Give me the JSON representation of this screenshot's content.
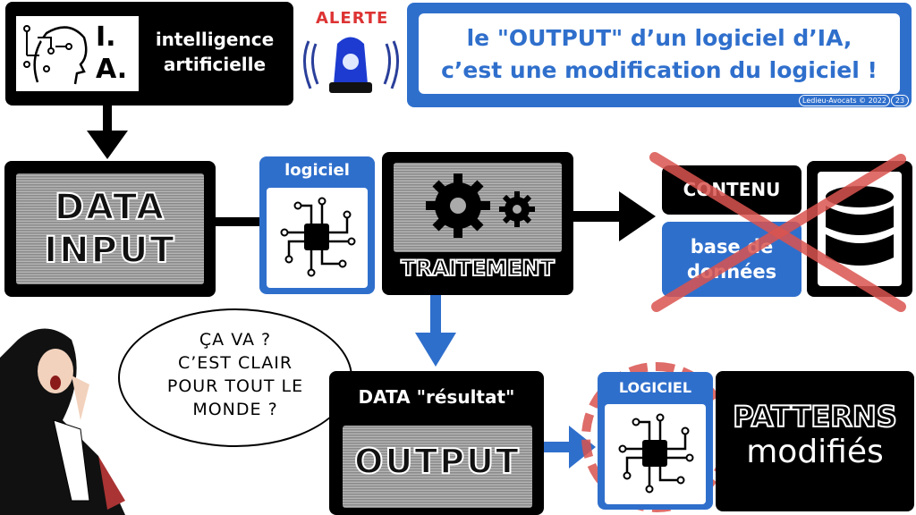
{
  "header": {
    "ia_logo": "I. A.",
    "ia_label_1": "intelligence",
    "ia_label_2": "artificielle",
    "alert": "ALERTE",
    "title_1": "le \"OUTPUT\" d’un logiciel d’IA,",
    "title_2": "c’est une modification du logiciel !",
    "copyright": "Ledieu-Avocats © 2022",
    "page": "23"
  },
  "flow": {
    "data_input_1": "DATA",
    "data_input_2": "INPUT",
    "logiciel": "logiciel",
    "traitement": "TRAITEMENT",
    "contenu": "CONTENU",
    "base_1": "base de",
    "base_2": "données",
    "resultat": "DATA \"résultat\"",
    "output": "OUTPUT",
    "logiciel_2": "LOGICIEL",
    "patterns": "PATTERNS",
    "modifies": "modifiés"
  },
  "bubble": {
    "line1": "ÇA VA ?",
    "line2": "C’EST CLAIR",
    "line3": "POUR TOUT LE",
    "line4": "MONDE ?"
  },
  "colors": {
    "blue": "#2f6fcc",
    "red": "#d9534f"
  }
}
